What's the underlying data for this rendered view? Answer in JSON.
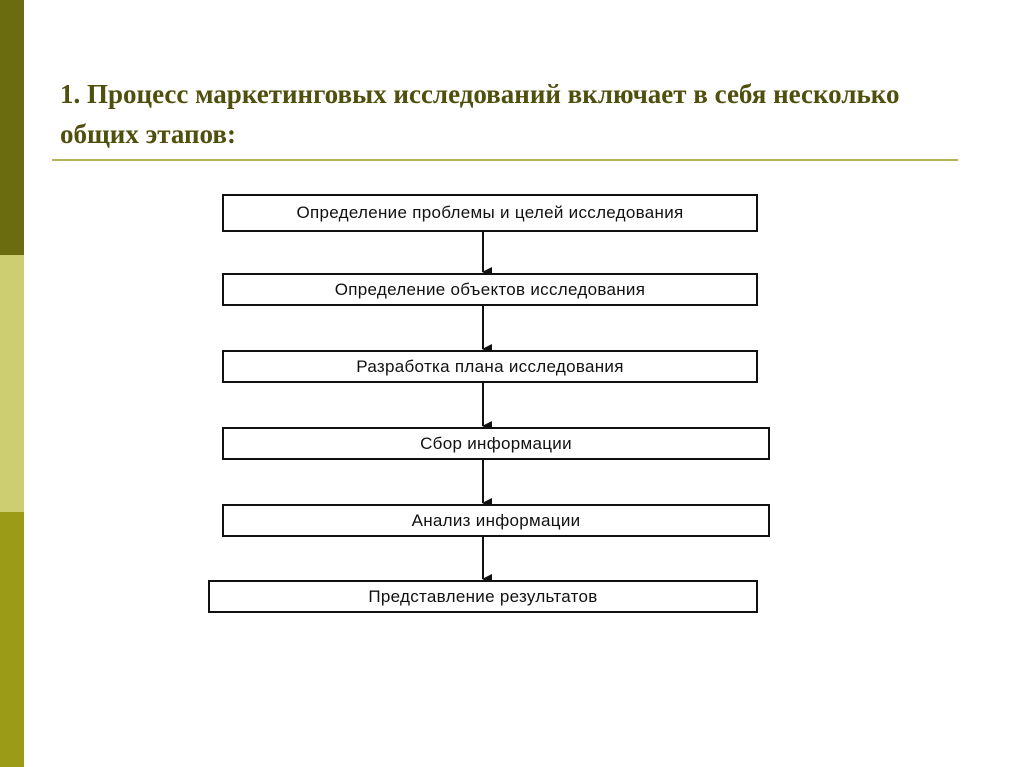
{
  "slide": {
    "title": "1. Процесс маркетинговых исследований включает в себя несколько общих этапов:"
  },
  "flowchart": {
    "steps": [
      "Определение проблемы и целей исследования",
      "Определение объектов исследования",
      "Разработка плана исследования",
      "Сбор информации",
      "Анализ информации",
      "Представление результатов"
    ]
  },
  "colors": {
    "title": "#4f4f0e",
    "sidebar_top": "#6b6b10",
    "sidebar_mid": "#cdcd72",
    "sidebar_bottom": "#9b9b18",
    "rule": "#b3b35a"
  }
}
